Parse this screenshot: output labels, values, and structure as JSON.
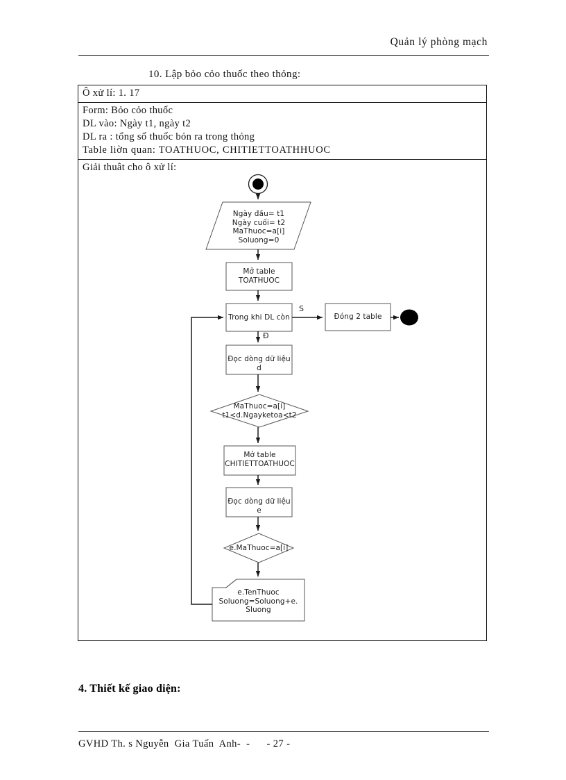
{
  "header": {
    "title": "Quản lý phòng mạch"
  },
  "section": {
    "caption": "10. Lập bỏo cỏo thuốc  theo thỏng:"
  },
  "spec_table": {
    "id_row": "Ô xử lí:  1. 17",
    "detail_rows": [
      "Form: Bỏo cỏo thuốc",
      "DL vào: Ngày t1, ngày t2",
      "DL ra : tổng số thuốc bỏn ra trong  thỏng",
      "Table liờn  quan: TOATHUOC, CHITIETTOATHHUOC"
    ],
    "algorithm_row": "Giải  thuật cho ô xử lí:"
  },
  "flowchart": {
    "nodes": {
      "start": "",
      "input": "Ngày đầu= t1\nNgày cuối= t2\nMaThuoc=a[i]\nSoluong=0",
      "open_toathuoc": "Mở table\nTOATHUOC",
      "while_loop": "Trong khi DL còn",
      "close_tables": "Đóng 2 table",
      "read_d": "Đọc dòng dữ liệu d",
      "decision_1": "MaThuoc=a[i]\nt1<d.Ngayketoa<t2",
      "open_chitiet": "Mở table\nCHITIETTOATHUOC",
      "read_e": "Đọc dòng dữ liệu e",
      "decision_2": "e.MaThuoc=a[i]",
      "output_doc": "e.TenThuoc\nSoluong=Soluong+e.\nSluong",
      "end": ""
    },
    "edge_labels": {
      "loop_false": "S",
      "loop_true": "Đ"
    }
  },
  "sub_heading": "4. Thiết kế giao diện:",
  "footer": {
    "text": "GVHD Th. s Nguyễn  Gia Tuấn  Anh-  -      - 27 -"
  }
}
